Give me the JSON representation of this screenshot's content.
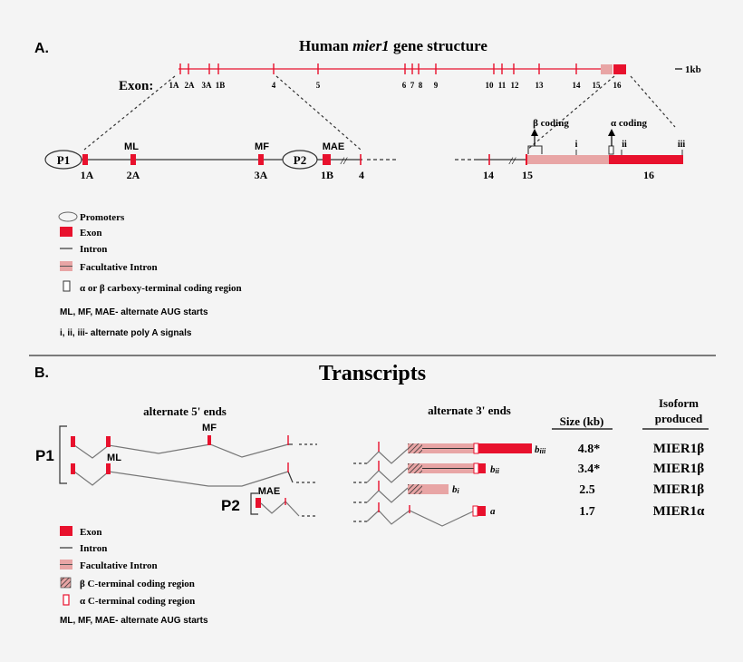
{
  "panel_a": {
    "letter": "A.",
    "title_prefix": "Human ",
    "title_gene": "mier1",
    "title_suffix": " gene structure",
    "exon_label": "Exon:",
    "scale_label": "1kb",
    "exon_numbers": [
      "1A",
      "2A",
      "3A",
      "1B",
      "4",
      "5",
      "6",
      "7",
      "8",
      "9",
      "10",
      "11",
      "12",
      "13",
      "14",
      "15",
      "16"
    ],
    "zoom_left": {
      "promoter1": "P1",
      "promoter2": "P2",
      "starts": [
        "ML",
        "MF",
        "MAE"
      ],
      "exons": [
        "1A",
        "2A",
        "3A",
        "1B",
        "4"
      ]
    },
    "zoom_right": {
      "beta_coding": "β coding",
      "alpha_coding": "α coding",
      "poly_a": [
        "i",
        "ii",
        "iii"
      ],
      "exons": [
        "14",
        "15",
        "16"
      ]
    },
    "legend": {
      "promoters": "Promoters",
      "exon": "Exon",
      "intron": "Intron",
      "facultative_intron": "Facultative Intron",
      "coding_region": "α or β carboxy-terminal coding region",
      "aug_starts": "ML, MF, MAE-  alternate AUG starts",
      "poly_a_signals": "i, ii, iii- alternate poly A signals"
    }
  },
  "panel_b": {
    "letter": "B.",
    "title": "Transcripts",
    "five_prime_header": "alternate  5' ends",
    "three_prime_header": "alternate 3' ends",
    "size_header": "Size (kb)",
    "isoform_header_1": "Isoform",
    "isoform_header_2": "produced",
    "labels": {
      "p1": "P1",
      "p2": "P2",
      "ml": "ML",
      "mf": "MF",
      "mae": "MAE"
    },
    "transcripts": [
      {
        "name_letter": "b",
        "name_sub": "iii",
        "size": "4.8*",
        "isoform": "MIER1β"
      },
      {
        "name_letter": "b",
        "name_sub": "ii",
        "size": "3.4*",
        "isoform": "MIER1β"
      },
      {
        "name_letter": "b",
        "name_sub": "i",
        "size": "2.5",
        "isoform": "MIER1β"
      },
      {
        "name_letter": "a",
        "name_sub": "",
        "size": "1.7",
        "isoform": "MIER1α"
      }
    ],
    "legend": {
      "exon": "Exon",
      "intron": "Intron",
      "facultative_intron": "Facultative Intron",
      "beta_region": "β C-terminal coding region",
      "alpha_region": "α C-terminal coding region",
      "aug_starts": "ML, MF, MAE-  alternate AUG starts"
    }
  },
  "colors": {
    "exon": "#e8112d",
    "facultative_intron": "#e8a5a5",
    "line": "#333333",
    "connector": "#777777"
  }
}
